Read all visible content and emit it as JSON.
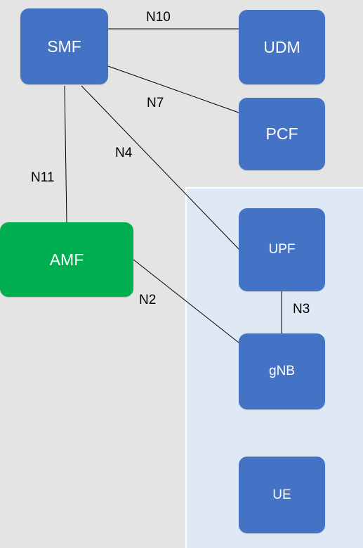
{
  "colors": {
    "core_background": "#e4e4e4",
    "ran_background": "#dee9f5",
    "node_blue": "#4472c4",
    "node_green": "#00b050",
    "link": "#000000"
  },
  "nodes": {
    "smf": "SMF",
    "udm": "UDM",
    "pcf": "PCF",
    "amf": "AMF",
    "upf": "UPF",
    "gnb": "gNB",
    "ue": "UE"
  },
  "interfaces": {
    "n10": "N10",
    "n7": "N7",
    "n4": "N4",
    "n11": "N11",
    "n2": "N2",
    "n3": "N3"
  }
}
